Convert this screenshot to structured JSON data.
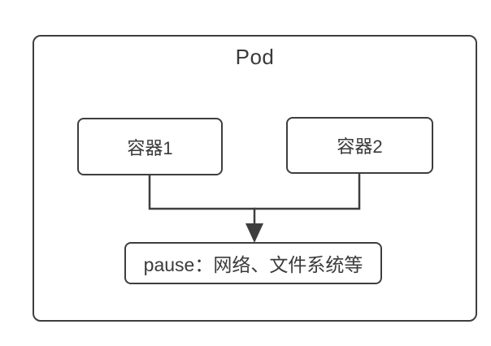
{
  "diagram": {
    "pod_label": "Pod",
    "nodes": [
      {
        "id": "container1",
        "label": "容器1"
      },
      {
        "id": "container2",
        "label": "容器2"
      },
      {
        "id": "pause",
        "label": "pause：网络、文件系统等"
      }
    ],
    "edges": [
      {
        "from": "container1",
        "to": "pause",
        "arrow": "none-at-source"
      },
      {
        "from": "container2",
        "to": "pause",
        "arrow": "merged-down-arrow"
      }
    ],
    "colors": {
      "line": "#3e3e3e",
      "text": "#3a3a3a",
      "background": "#ffffff",
      "node_fill": "#ffffff"
    }
  }
}
